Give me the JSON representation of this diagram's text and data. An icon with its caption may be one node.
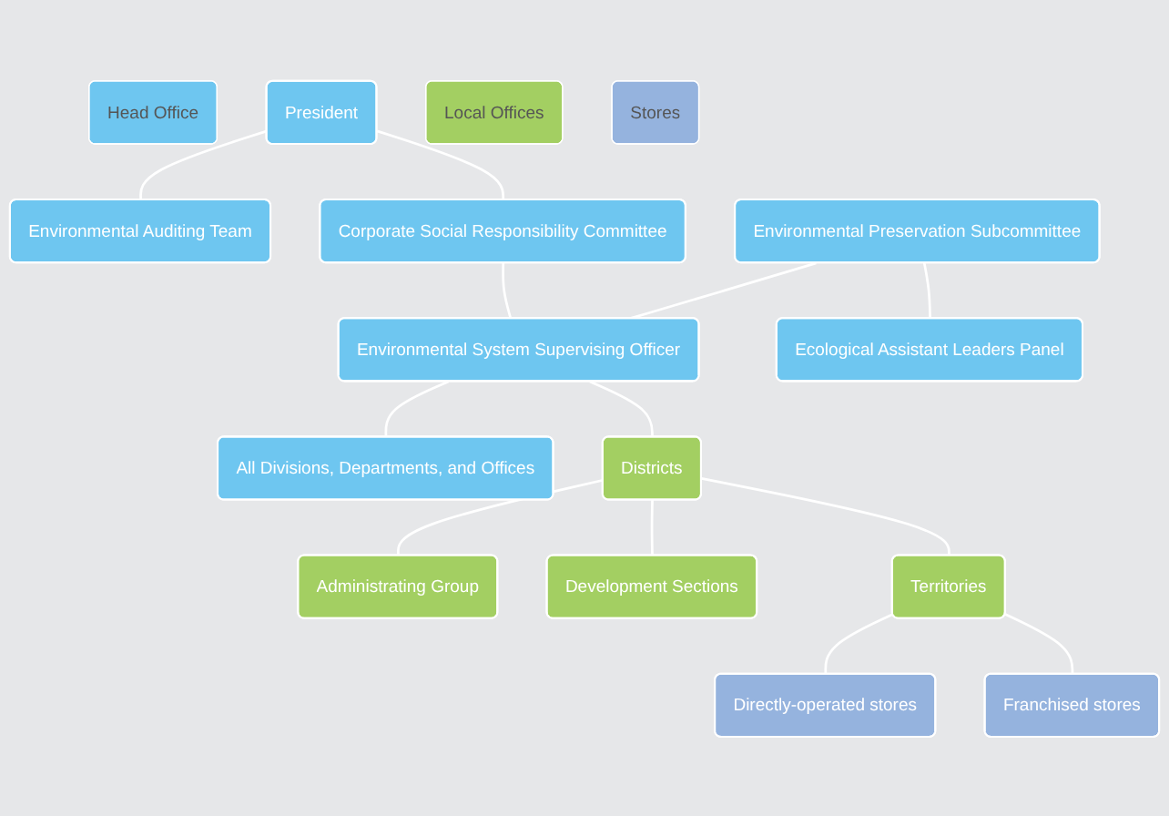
{
  "diagram": {
    "nodes": [
      {
        "text": [
          "Head Office"
        ]
      },
      {
        "text": [
          "President"
        ]
      },
      {
        "text": [
          "Environmental Auditing Team"
        ]
      },
      {
        "text": [
          "Corporate Social Responsibility Committee"
        ]
      },
      {
        "text": [
          "Environmental Preservation Subcommittee"
        ]
      },
      {
        "text": [
          "Environmental System Supervising Officer"
        ]
      },
      {
        "text": [
          "Ecological Assistant Leaders Panel"
        ]
      },
      {
        "text": [
          "All Divisions, Departments, and Offices"
        ]
      },
      {
        "text": [
          "Local Offices"
        ]
      },
      {
        "text": [
          "Districts"
        ]
      },
      {
        "text": [
          "Administrating Group"
        ]
      },
      {
        "text": [
          "Development Sections"
        ]
      },
      {
        "text": [
          "Territories"
        ]
      },
      {
        "text": [
          "Stores"
        ]
      },
      {
        "text": [
          "Directly-operated stores"
        ]
      },
      {
        "text": [
          "Franchised stores"
        ]
      }
    ],
    "edges": [
      {
        "from": 1,
        "to": 2,
        "arrow": "none"
      },
      {
        "from": 1,
        "to": 3,
        "arrow": "none"
      },
      {
        "from": 3,
        "to": 5,
        "arrow": "none"
      },
      {
        "from": 4,
        "to": 5,
        "arrow": "none"
      },
      {
        "from": 4,
        "to": 6,
        "arrow": "none"
      },
      {
        "from": 5,
        "to": 7,
        "arrow": "none"
      },
      {
        "from": 5,
        "to": 9,
        "arrow": "none"
      },
      {
        "from": 9,
        "to": 10,
        "arrow": "none"
      },
      {
        "from": 9,
        "to": 11,
        "arrow": "none"
      },
      {
        "from": 9,
        "to": 12,
        "arrow": "none"
      },
      {
        "from": 12,
        "to": 14,
        "arrow": "none"
      },
      {
        "from": 12,
        "to": 15,
        "arrow": "none"
      }
    ]
  }
}
